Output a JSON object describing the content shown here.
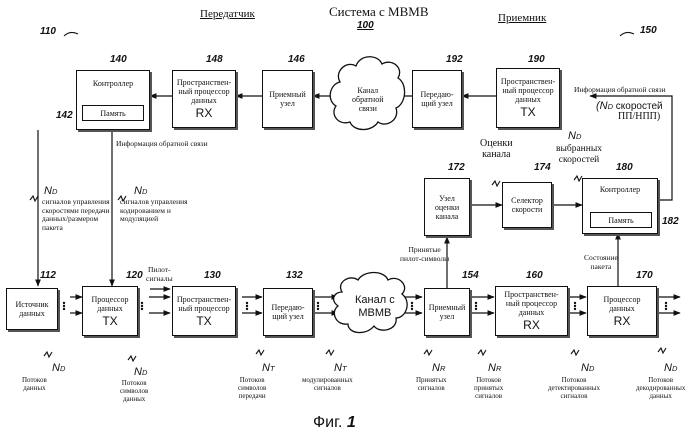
{
  "header": {
    "title": "Система с МВМВ",
    "title_num": "100",
    "transmitter": "Передатчик",
    "receiver": "Приемник",
    "tx_num": "110",
    "rx_num": "150"
  },
  "top_row": {
    "controller_tx": {
      "num": "140",
      "label": "Контроллер",
      "memory": "Память",
      "memory_num": "142"
    },
    "spatial_rx_top": {
      "num": "148",
      "label1": "Пространствен-",
      "label2": "ный процессор",
      "label3": "данных",
      "big": "RX"
    },
    "recv_top": {
      "num": "146",
      "label1": "Приемный",
      "label2": "узел"
    },
    "feedback_channel": {
      "label1": "Канал",
      "label2": "обратной",
      "label3": "связи"
    },
    "trans_top": {
      "num": "192",
      "label1": "Передаю-",
      "label2": "щий  узел"
    },
    "spatial_tx_top": {
      "num": "190",
      "label1": "Пространствен-",
      "label2": "ный процессор",
      "label3": "данных",
      "big": "TX"
    }
  },
  "middle": {
    "feedback_info_right": "Информация обратной связи",
    "nd_rates_1": "(N",
    "nd_rates_2": " скоростей",
    "nd_rates_3": "ПП/НПП)",
    "channel_est_label1": "Оценки",
    "channel_est_label2": "канала",
    "selected_rates1": "выбранных",
    "selected_rates2": "скоростей",
    "est_unit": {
      "num": "172",
      "label1": "Узел",
      "label2": "оценки",
      "label3": "канала"
    },
    "rate_selector": {
      "num": "174",
      "label1": "Селектор",
      "label2": "скорости"
    },
    "controller_rx": {
      "num": "180",
      "label": "Контроллер",
      "memory": "Память",
      "memory_num": "182"
    },
    "feedback_info_left": "Информация обратной связи",
    "nd_left_text1": "сигналов управления",
    "nd_left_text2": "скоростями передачи",
    "nd_left_text3": "данных/размером",
    "nd_left_text4": "пакета",
    "nd_mid_text1": "сигналов управления",
    "nd_mid_text2": "кодированием и",
    "nd_mid_text3": "модуляцией",
    "pilot_received1": "Принятые",
    "pilot_received2": "пилот-символы",
    "packet_state1": "Состояние",
    "packet_state2": "пакета",
    "pilot_signals1": "Пилот-",
    "pilot_signals2": "сигналы"
  },
  "bottom_row": {
    "source": {
      "num": "112",
      "label1": "Источник",
      "label2": "данных"
    },
    "tx_proc": {
      "num": "120",
      "label1": "Процессор",
      "label2": "данных",
      "big": "TX"
    },
    "spatial_tx": {
      "num": "130",
      "label1": "Пространствен-",
      "label2": "ный процессор",
      "big": "TX"
    },
    "trans_unit": {
      "num": "132",
      "label1": "Передаю-",
      "label2": "щий узел"
    },
    "mimo_channel": {
      "label1": "Канал с",
      "label2": "МВМВ"
    },
    "recv_unit": {
      "num": "154",
      "label1": "Приемный",
      "label2": "узел"
    },
    "spatial_rx": {
      "num": "160",
      "label1": "Пространствен-",
      "label2": "ный процессор данных",
      "big": "RX"
    },
    "rx_proc": {
      "num": "170",
      "label1": "Процессор",
      "label2": "данных",
      "big": "RX"
    }
  },
  "bottom_labels": {
    "l1": [
      "Потоков",
      "данных"
    ],
    "l2": [
      "Потоков",
      "символов",
      "данных"
    ],
    "l3": [
      "Потоков",
      "символов",
      "передачи"
    ],
    "l4": [
      "модулированных",
      "сигналов"
    ],
    "l5": [
      "Принятых",
      "сигналов"
    ],
    "l6": [
      "Потоков",
      "принятых",
      "сигналов"
    ],
    "l7": [
      "Потоков",
      "детектированных",
      "сигналов"
    ],
    "l8": [
      "Потоков",
      "декодированных",
      "данных"
    ],
    "sub_D": "D",
    "sub_T": "T",
    "sub_R": "R",
    "N": "N"
  },
  "caption": {
    "text": "Фиг. ",
    "num": "1"
  }
}
